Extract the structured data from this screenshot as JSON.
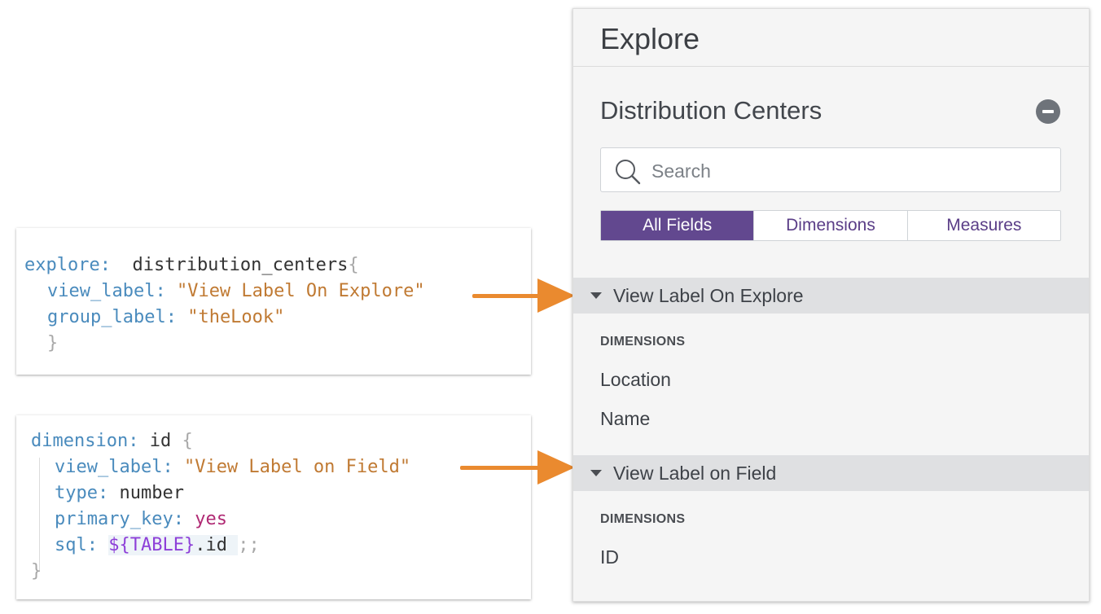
{
  "code_explore": {
    "line1": {
      "kw": "explore:",
      "name": "distribution_centers",
      "brace": "{"
    },
    "line2": {
      "kw": "view_label:",
      "str": "\"View Label On Explore\""
    },
    "line3": {
      "kw": "group_label:",
      "str": "\"theLook\""
    },
    "line4": {
      "brace": "}"
    }
  },
  "code_dimension": {
    "line1": {
      "kw": "dimension:",
      "name": "id",
      "brace": "{"
    },
    "line2": {
      "kw": "view_label:",
      "str": "\"View Label on Field\""
    },
    "line3": {
      "kw": "type:",
      "val": "number"
    },
    "line4": {
      "kw": "primary_key:",
      "val": "yes"
    },
    "line5": {
      "kw": "sql:",
      "var": "${TABLE}",
      "rest": ".id",
      "end": ";;"
    },
    "line6": {
      "brace": "}"
    }
  },
  "explore_panel": {
    "title": "Explore",
    "view_title": "Distribution Centers",
    "search": {
      "placeholder": "Search",
      "value": ""
    },
    "tabs": [
      {
        "label": "All Fields",
        "active": true
      },
      {
        "label": "Dimensions",
        "active": false
      },
      {
        "label": "Measures",
        "active": false
      }
    ],
    "groups": [
      {
        "label": "View Label On Explore",
        "section_label": "DIMENSIONS",
        "fields": [
          "Location",
          "Name"
        ]
      },
      {
        "label": "View Label on Field",
        "section_label": "DIMENSIONS",
        "fields": [
          "ID"
        ]
      }
    ]
  },
  "colors": {
    "accent_purple": "#62488f",
    "arrow_orange": "#ea8a2f",
    "code_keyword": "#4a8bbd",
    "code_string": "#c07a33"
  },
  "icons": [
    "search-icon",
    "minus-circle-icon",
    "caret-down-icon",
    "arrow-right-icon"
  ]
}
